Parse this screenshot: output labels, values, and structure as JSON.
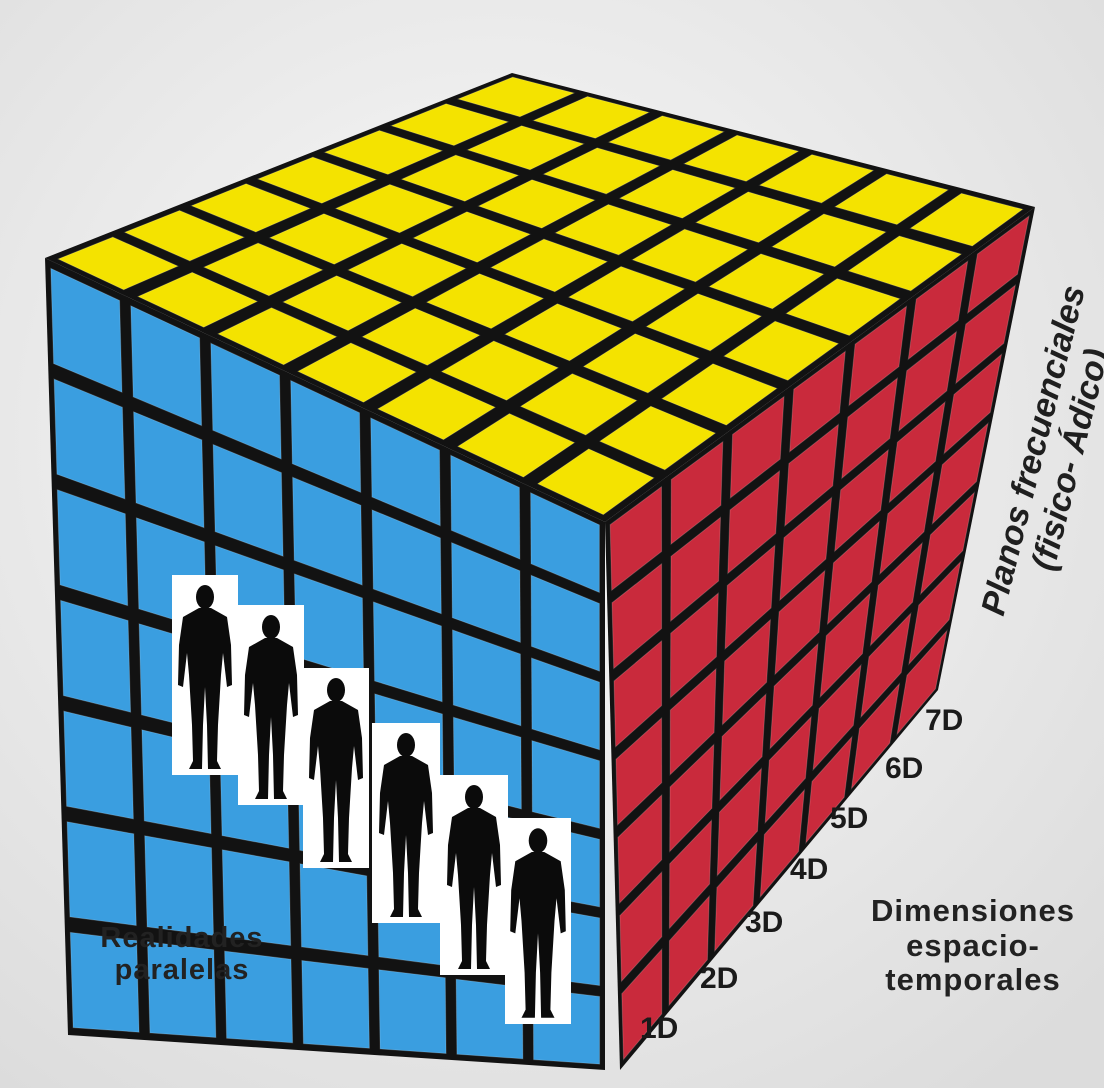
{
  "colors": {
    "top": "#f4e300",
    "left": "#3a9ee0",
    "right": "#c92a3c",
    "frame": "#121212",
    "background": "#f2f2f2",
    "silhouette": "#0b0b0b"
  },
  "cube": {
    "grid": 7
  },
  "labels": {
    "vertical_line1": "Planos frecuenciales",
    "vertical_line2": "(fisico- Ádico)",
    "dimensions": [
      "1D",
      "2D",
      "3D",
      "4D",
      "5D",
      "6D",
      "7D"
    ],
    "dimensiones_line1": "Dimensiones",
    "dimensiones_line2": "espacio-",
    "dimensiones_line3": "temporales",
    "realidades_line1": "Realidades",
    "realidades_line2": "paralelas"
  },
  "figures": {
    "count": 6,
    "icon": "person-silhouette-icon"
  }
}
